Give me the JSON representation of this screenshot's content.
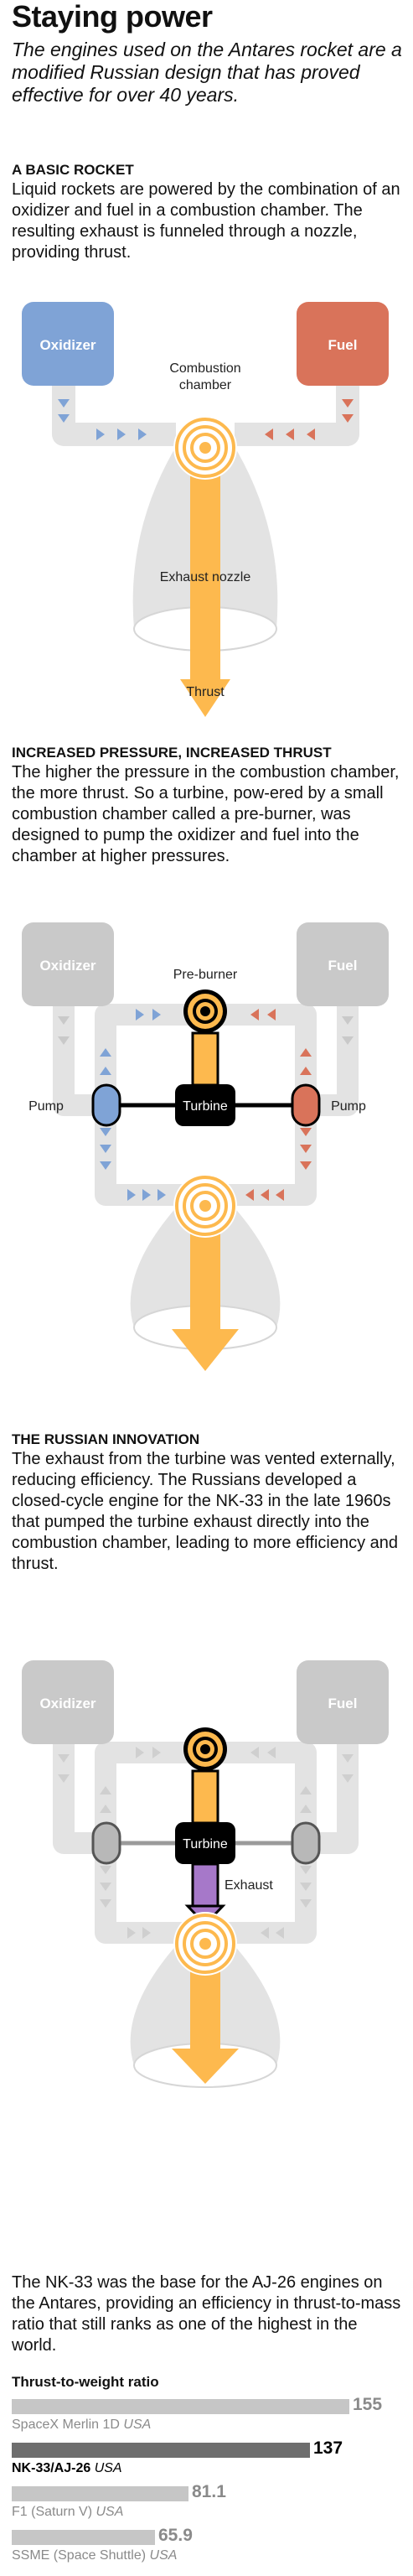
{
  "title": "Staying power",
  "subtitle": "The engines used on the Antares rocket are a modified Russian design that has proved effective for over 40 years.",
  "section1": {
    "heading": "A BASIC ROCKET",
    "body": "Liquid rockets are powered by the combination of an oxidizer and fuel in a combustion chamber. The resulting exhaust is funneled through a nozzle, providing thrust.",
    "labels": {
      "oxidizer": "Oxidizer",
      "fuel": "Fuel",
      "chamber_line1": "Combustion",
      "chamber_line2": "chamber",
      "nozzle": "Exhaust nozzle",
      "thrust": "Thrust"
    }
  },
  "section2": {
    "heading": "INCREASED PRESSURE, INCREASED THRUST",
    "body": "The higher the pressure in the combustion chamber, the more thrust. So a turbine, pow-ered by a small combustion chamber called a pre-burner, was designed to pump the oxidizer and fuel into the chamber at higher pressures.",
    "labels": {
      "oxidizer": "Oxidizer",
      "fuel": "Fuel",
      "preburner": "Pre-burner",
      "turbine": "Turbine",
      "pump_left": "Pump",
      "pump_right": "Pump"
    }
  },
  "section3": {
    "heading": "THE RUSSIAN INNOVATION",
    "body": "The exhaust from the turbine was vented externally, reducing efficiency. The Russians developed a closed-cycle engine for the NK-33 in the late 1960s that pumped the turbine exhaust directly into the combustion chamber, leading to more efficiency and thrust.",
    "labels": {
      "oxidizer": "Oxidizer",
      "fuel": "Fuel",
      "turbine": "Turbine",
      "exhaust": "Exhaust"
    }
  },
  "closing": "The NK-33 was the base for the AJ-26 engines on the Antares, providing an efficiency in thrust-to-mass ratio that still ranks as one of the highest in the world.",
  "colors": {
    "oxidizer": "#7fa3d6",
    "fuel": "#d9735a",
    "flame": "#fdb94e",
    "pipe": "#e3e3e3",
    "tank_gray": "#c9c9c9",
    "turbine": "#000000",
    "exhaust": "#a678c9",
    "bar": "#c6c6c6",
    "bar_highlight": "#6e6e6e"
  },
  "chart_data": {
    "type": "bar",
    "title": "Thrust-to-weight ratio",
    "orientation": "horizontal",
    "categories": [
      "SpaceX Merlin 1D",
      "NK-33/AJ-26",
      "F1 (Saturn V)",
      "SSME (Space Shuttle)"
    ],
    "countries": [
      "USA",
      "USA",
      "USA",
      "USA"
    ],
    "values": [
      155,
      137,
      81.1,
      65.9
    ],
    "value_labels": [
      "155",
      "137",
      "81.1",
      "65.9"
    ],
    "highlight": "NK-33/AJ-26",
    "xlim": [
      0,
      160
    ],
    "grid": false
  }
}
